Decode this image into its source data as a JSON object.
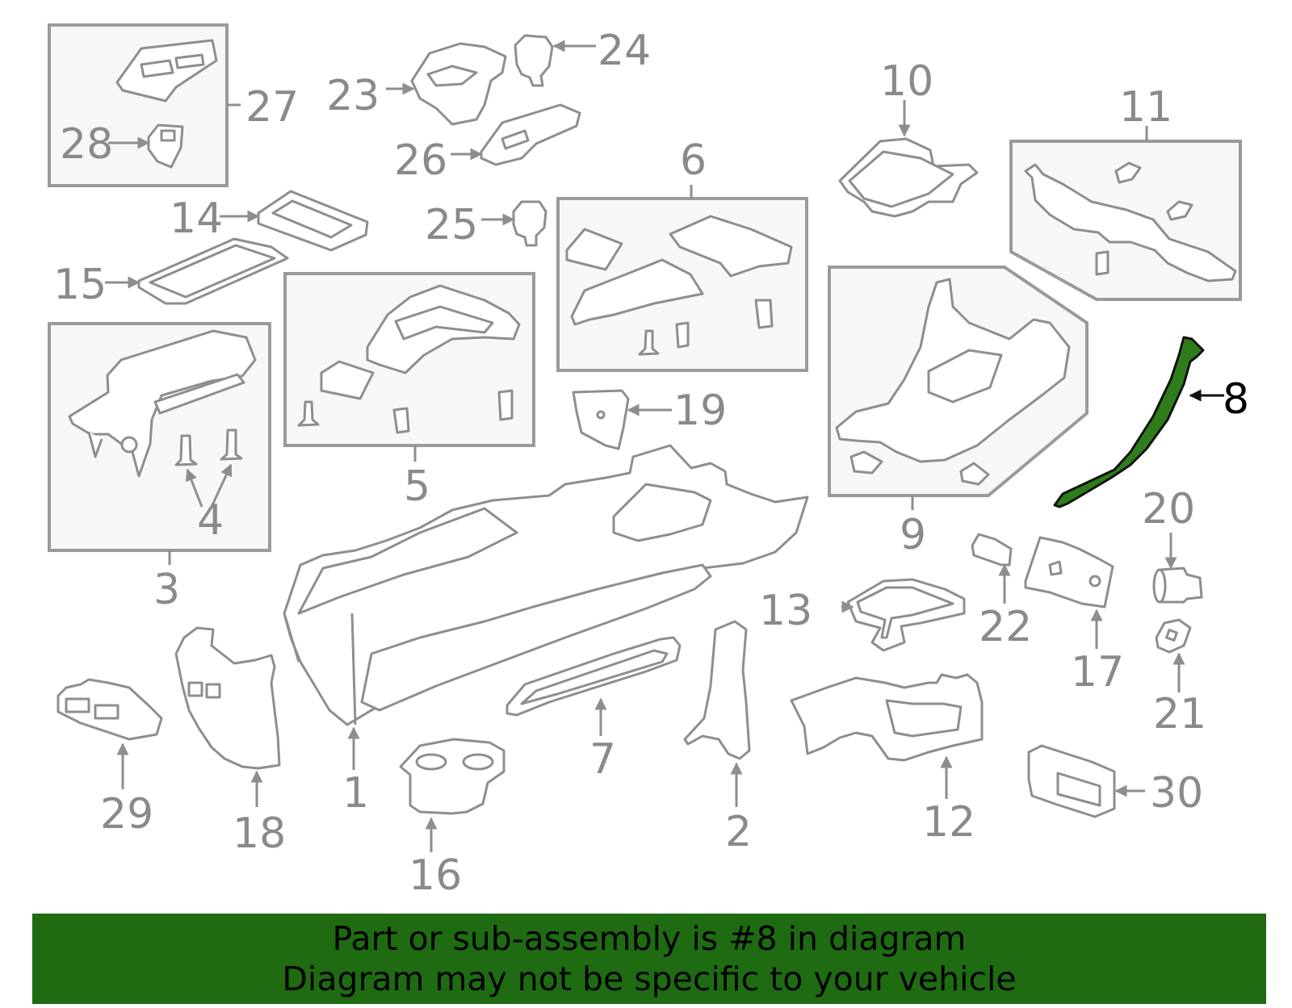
{
  "colors": {
    "line_gray": "#8e8e8e",
    "callout_gray": "#8a8a8a",
    "highlight_fill": "#2e7d1a",
    "highlight_stroke": "#111111",
    "highlight_label": "#000000",
    "banner_bg": "#1e6b12",
    "banner_text": "#000000",
    "box_fill": "#f7f7f7"
  },
  "highlighted_part": "8",
  "callouts": {
    "c1": "1",
    "c2": "2",
    "c3": "3",
    "c4": "4",
    "c5": "5",
    "c6": "6",
    "c7": "7",
    "c8": "8",
    "c9": "9",
    "c10": "10",
    "c11": "11",
    "c12": "12",
    "c13": "13",
    "c14": "14",
    "c15": "15",
    "c16": "16",
    "c17": "17",
    "c18": "18",
    "c19": "19",
    "c20": "20",
    "c21": "21",
    "c22": "22",
    "c23": "23",
    "c24": "24",
    "c25": "25",
    "c26": "26",
    "c27": "27",
    "c28": "28",
    "c29": "29",
    "c30": "30"
  },
  "banner": {
    "line1": "Part or sub-assembly is #8 in diagram",
    "line2": "Diagram may not be specific to your vehicle"
  }
}
